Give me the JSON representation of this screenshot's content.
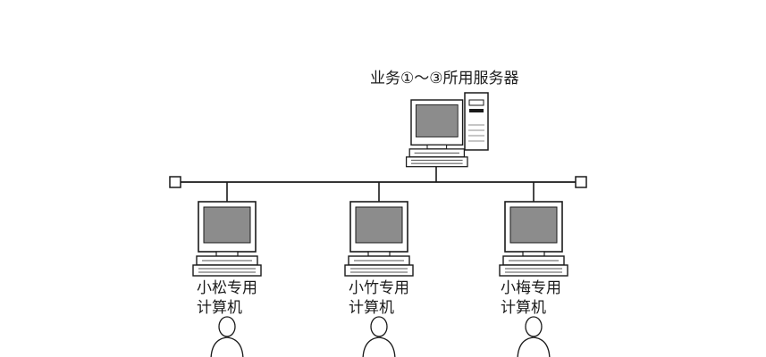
{
  "server": {
    "label": "业务①～③所用服务器"
  },
  "clients": [
    {
      "line1": "小松专用",
      "line2": "计算机"
    },
    {
      "line1": "小竹专用",
      "line2": "计算机"
    },
    {
      "line1": "小梅专用",
      "line2": "计算机"
    }
  ],
  "colors": {
    "stroke": "#1a1a1a",
    "screen": "#8c8c8c",
    "body": "#ffffff"
  }
}
